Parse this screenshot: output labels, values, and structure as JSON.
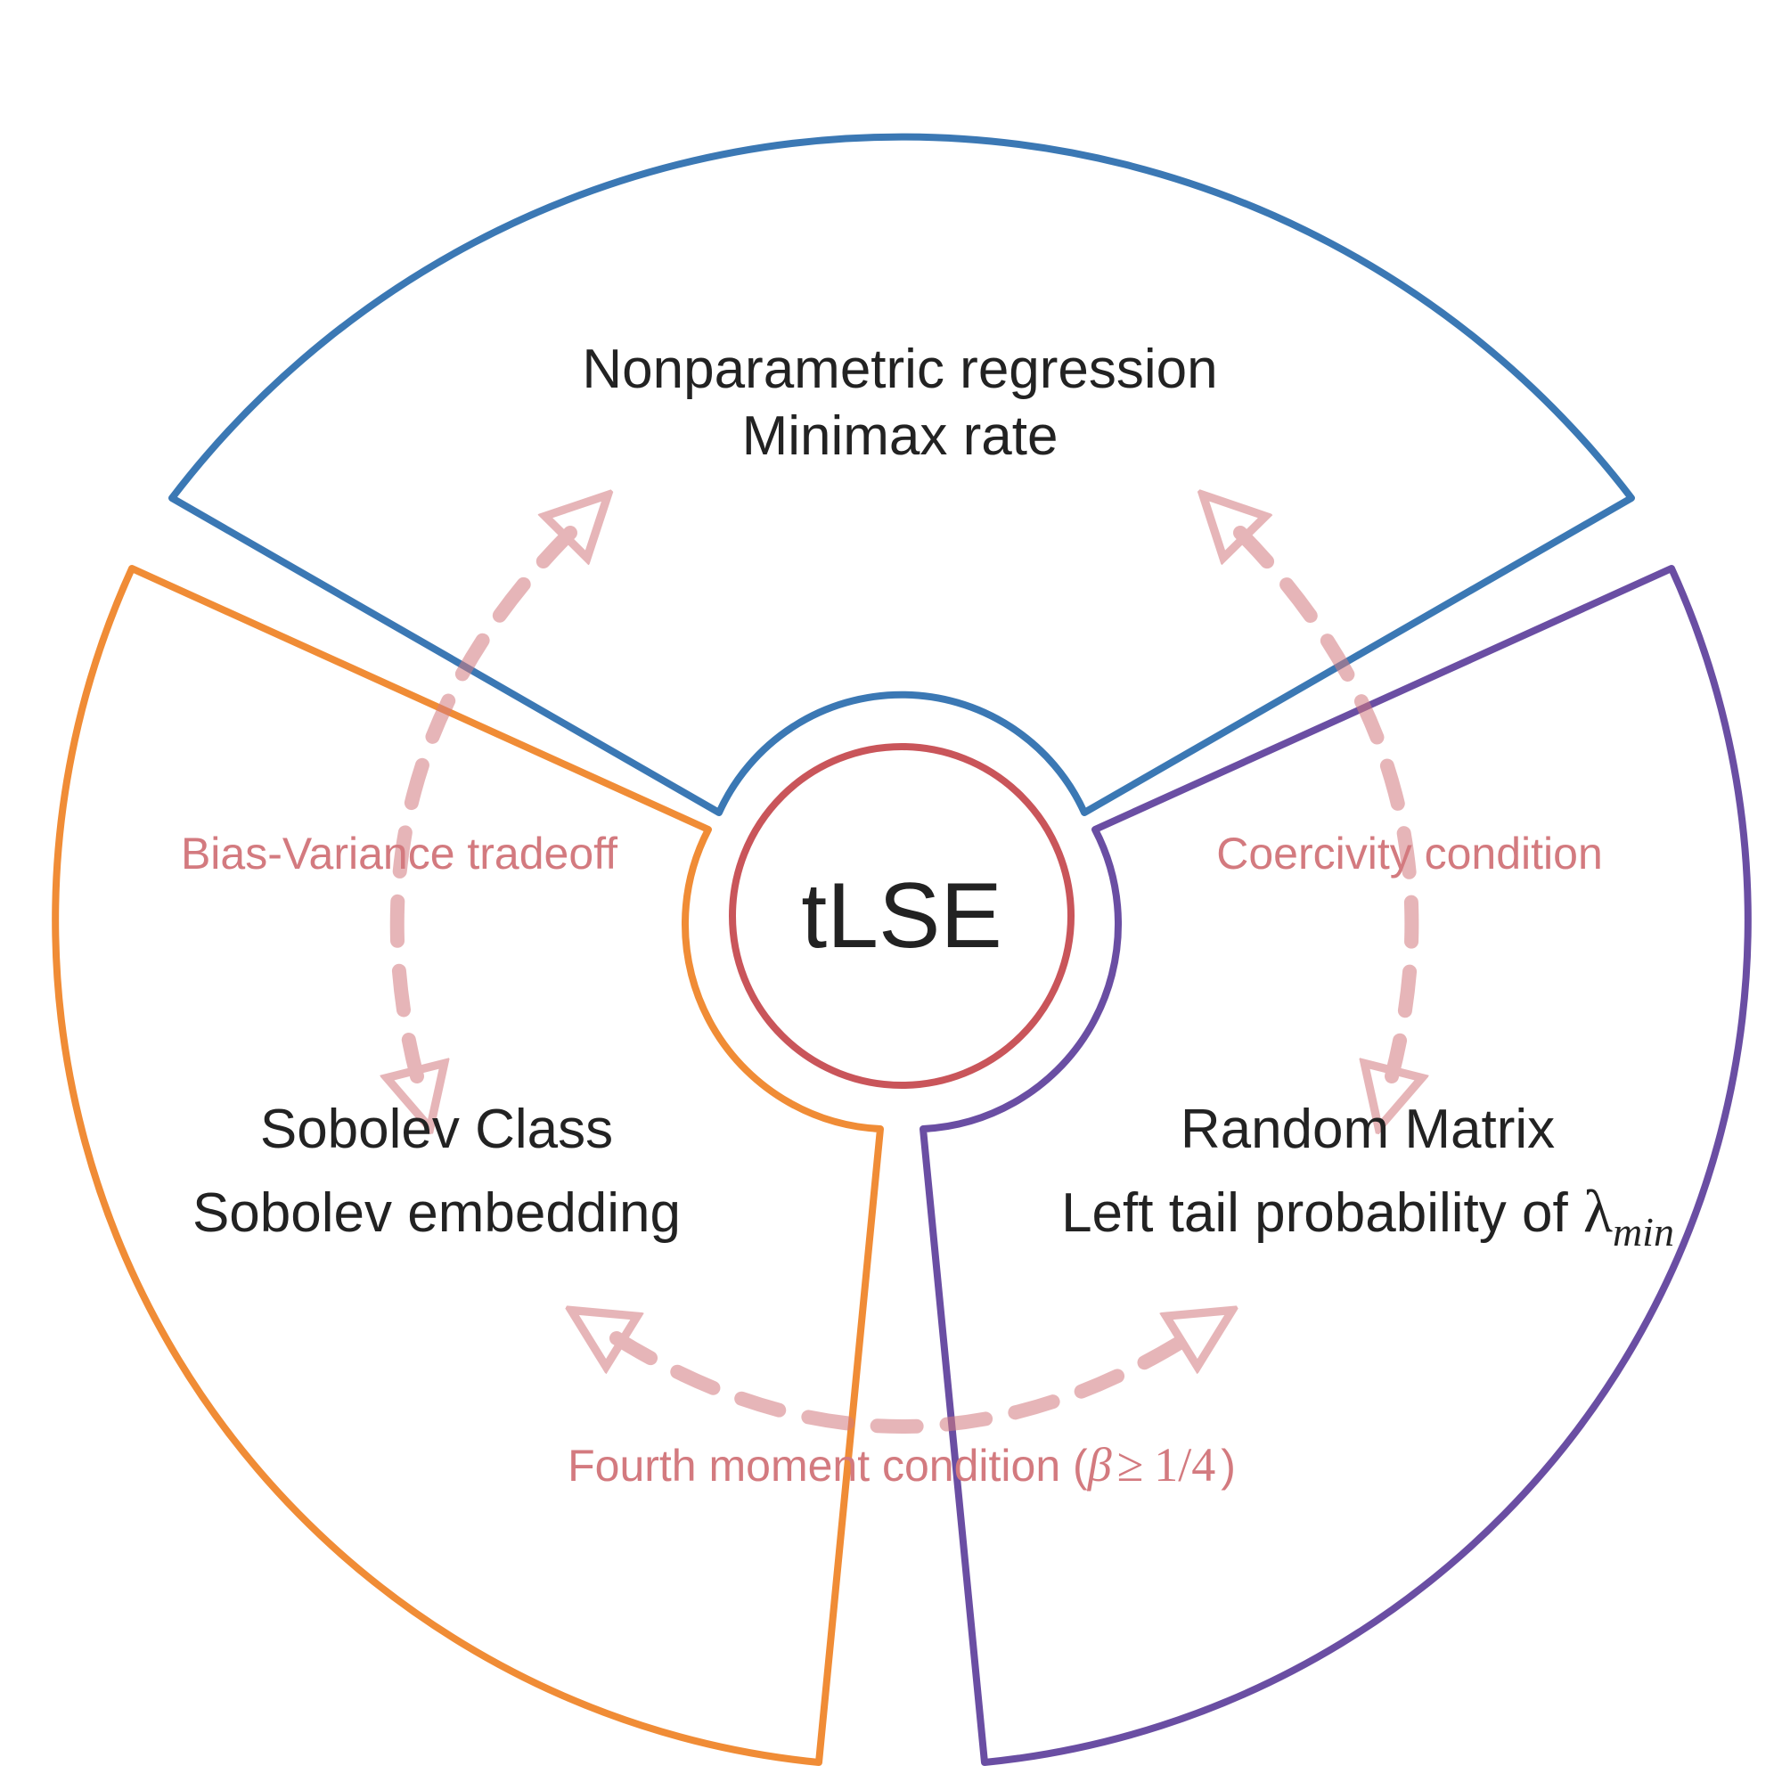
{
  "colors": {
    "top": "#3b78b4",
    "left": "#f08c36",
    "right": "#6a4ea3",
    "center": "#c9555a",
    "link": "#d37a7f",
    "text": "#222222"
  },
  "center": {
    "label": "tLSE"
  },
  "sectors": {
    "top": {
      "line1": "Nonparametric regression",
      "line2": "Minimax rate"
    },
    "left": {
      "line1": "Sobolev Class",
      "line2": "Sobolev embedding"
    },
    "right": {
      "line1": "Random Matrix",
      "line2_prefix": "Left tail probability of ",
      "line2_symbol": "λ",
      "line2_subscript": "min"
    }
  },
  "links": {
    "left": {
      "label": "Bias-Variance tradeoff"
    },
    "right": {
      "label": "Coercivity condition"
    },
    "bottom": {
      "prefix": "Fourth moment condition (",
      "beta": "β",
      "geq": "≥",
      "value": "1/4",
      "suffix": ")"
    }
  }
}
